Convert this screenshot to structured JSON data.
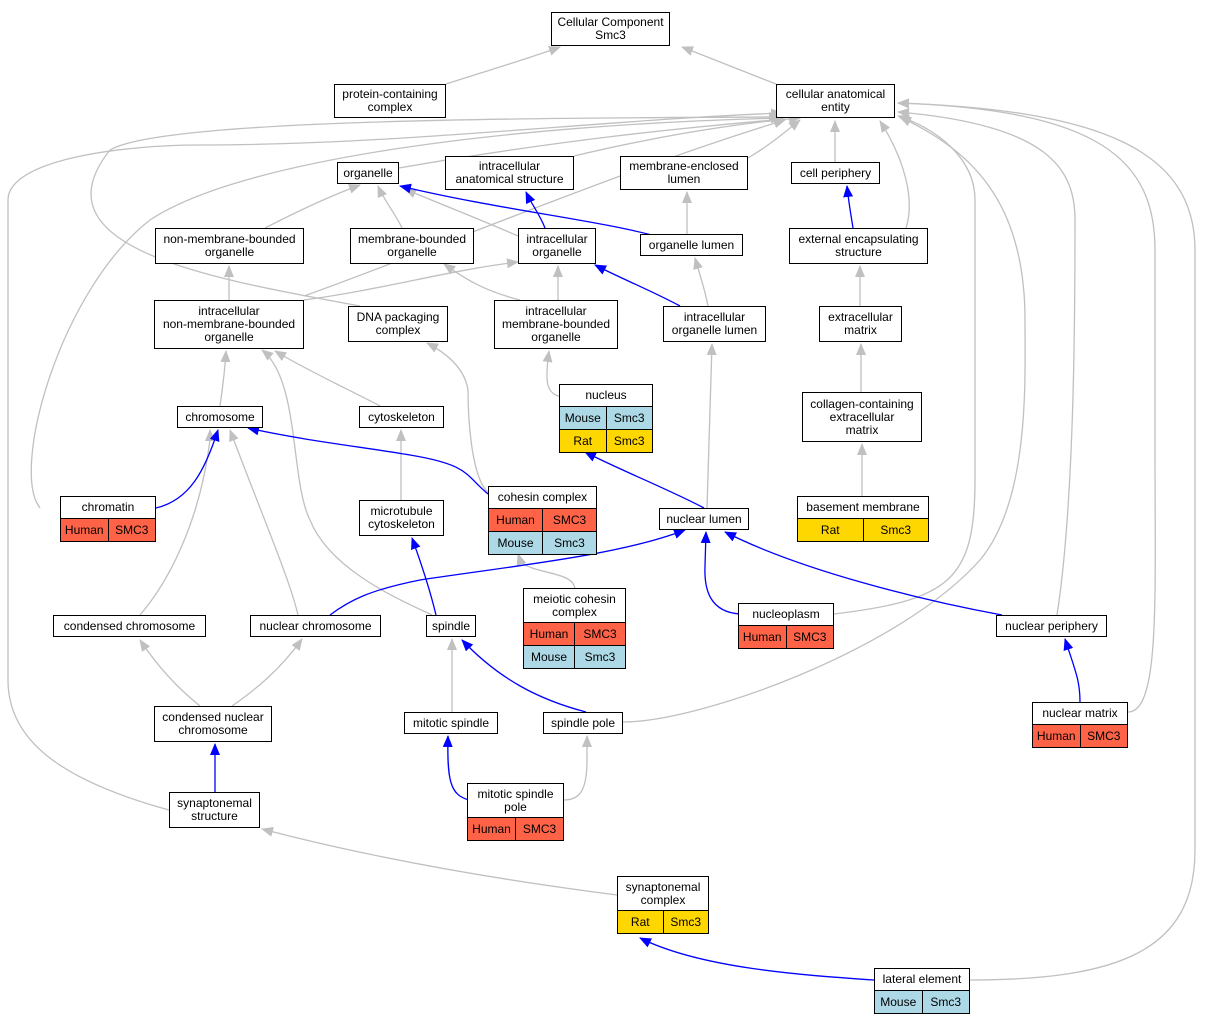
{
  "colors": {
    "human": "#FF6347",
    "mouse": "#ADD8E6",
    "rat": "#FFD700",
    "is_a_edge": "#C0C0C0",
    "part_of_edge": "#0000FF"
  },
  "nodes": {
    "root": {
      "label": "Cellular Component\nSmc3"
    },
    "pcc": {
      "label": "protein-containing\ncomplex"
    },
    "cae": {
      "label": "cellular anatomical\nentity"
    },
    "org": {
      "label": "organelle"
    },
    "ias": {
      "label": "intracellular\nanatomical structure"
    },
    "mel": {
      "label": "membrane-enclosed\nlumen"
    },
    "cp": {
      "label": "cell periphery"
    },
    "nmbo": {
      "label": "non-membrane-bounded\norganelle"
    },
    "mbo": {
      "label": "membrane-bounded\norganelle"
    },
    "io": {
      "label": "intracellular\norganelle"
    },
    "ol": {
      "label": "organelle lumen"
    },
    "ees": {
      "label": "external encapsulating\nstructure"
    },
    "inmbo": {
      "label": "intracellular\nnon-membrane-bounded\norganelle"
    },
    "dpc": {
      "label": "DNA packaging\ncomplex"
    },
    "imbo": {
      "label": "intracellular\nmembrane-bounded\norganelle"
    },
    "iol": {
      "label": "intracellular\norganelle lumen"
    },
    "em": {
      "label": "extracellular\nmatrix"
    },
    "nucleus": {
      "label": "nucleus",
      "annotations": [
        [
          "Mouse",
          "Smc3"
        ],
        [
          "Rat",
          "Smc3"
        ]
      ]
    },
    "ccem": {
      "label": "collagen-containing\nextracellular\nmatrix"
    },
    "chrom": {
      "label": "chromosome"
    },
    "cytosk": {
      "label": "cytoskeleton"
    },
    "chromatin": {
      "label": "chromatin",
      "annotations": [
        [
          "Human",
          "SMC3"
        ]
      ]
    },
    "mtc": {
      "label": "microtubule\ncytoskeleton"
    },
    "cohesin": {
      "label": "cohesin complex",
      "annotations": [
        [
          "Human",
          "SMC3"
        ],
        [
          "Mouse",
          "Smc3"
        ]
      ]
    },
    "nl": {
      "label": "nuclear lumen"
    },
    "bm": {
      "label": "basement membrane",
      "annotations": [
        [
          "Rat",
          "Smc3"
        ]
      ]
    },
    "mcc": {
      "label": "meiotic cohesin\ncomplex",
      "annotations": [
        [
          "Human",
          "SMC3"
        ],
        [
          "Mouse",
          "Smc3"
        ]
      ]
    },
    "nplasm": {
      "label": "nucleoplasm",
      "annotations": [
        [
          "Human",
          "SMC3"
        ]
      ]
    },
    "condchr": {
      "label": "condensed chromosome"
    },
    "nchr": {
      "label": "nuclear chromosome"
    },
    "spindle": {
      "label": "spindle"
    },
    "np": {
      "label": "nuclear periphery"
    },
    "cnc": {
      "label": "condensed nuclear\nchromosome"
    },
    "mspindle": {
      "label": "mitotic spindle"
    },
    "spole": {
      "label": "spindle pole"
    },
    "nm": {
      "label": "nuclear matrix",
      "annotations": [
        [
          "Human",
          "SMC3"
        ]
      ]
    },
    "synstruct": {
      "label": "synaptonemal\nstructure"
    },
    "msp": {
      "label": "mitotic spindle\npole",
      "annotations": [
        [
          "Human",
          "SMC3"
        ]
      ]
    },
    "syncomplex": {
      "label": "synaptonemal\ncomplex",
      "annotations": [
        [
          "Rat",
          "Smc3"
        ]
      ]
    },
    "le": {
      "label": "lateral element",
      "annotations": [
        [
          "Mouse",
          "Smc3"
        ]
      ]
    }
  }
}
